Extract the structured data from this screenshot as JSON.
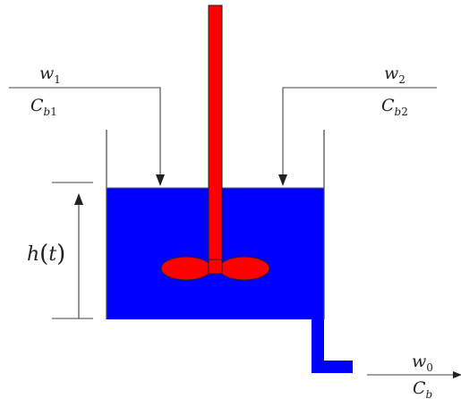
{
  "diagram": {
    "colors": {
      "liquid": "#0000ff",
      "stirrer": "#ff0000",
      "line": "#444444",
      "background": "#ffffff"
    },
    "inlet1": {
      "flow": {
        "base": "w",
        "sub": "1"
      },
      "conc": {
        "base": "C",
        "sub_italic": "b",
        "sub_num": "1"
      }
    },
    "inlet2": {
      "flow": {
        "base": "w",
        "sub": "2"
      },
      "conc": {
        "base": "C",
        "sub_italic": "b",
        "sub_num": "2"
      }
    },
    "outlet": {
      "flow": {
        "base": "w",
        "sub": "0"
      },
      "conc": {
        "base": "C",
        "sub_italic": "b"
      }
    },
    "level": {
      "func": "h",
      "paren_open": "(",
      "var": "t",
      "paren_close": ")"
    }
  }
}
